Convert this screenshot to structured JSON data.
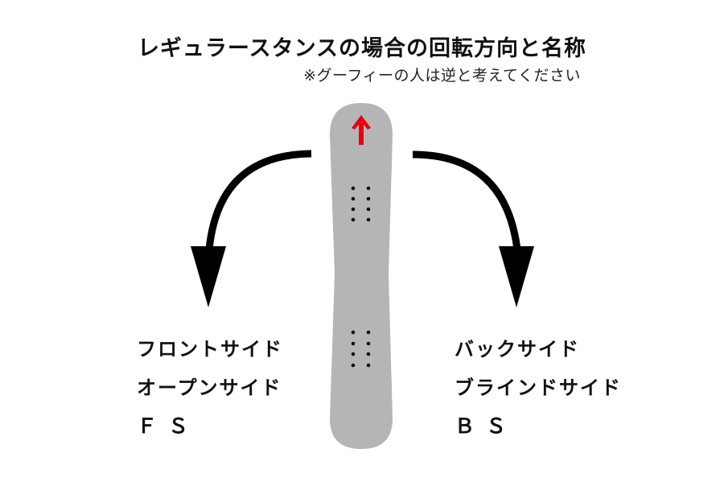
{
  "title": "レギュラースタンスの場合の回転方向と名称",
  "subtitle": "※グーフィーの人は逆と考えてください",
  "board": {
    "color": "#b5b5b5",
    "direction_arrow_color": "#e60012",
    "direction_arrow": "arrow-up"
  },
  "left": {
    "direction": "counterclockwise-down-left",
    "names": [
      "フロントサイド",
      "オープンサイド"
    ],
    "abbreviation": "ＦＳ"
  },
  "right": {
    "direction": "clockwise-down-right",
    "names": [
      "バックサイド",
      "ブラインドサイド"
    ],
    "abbreviation": "ＢＳ"
  }
}
